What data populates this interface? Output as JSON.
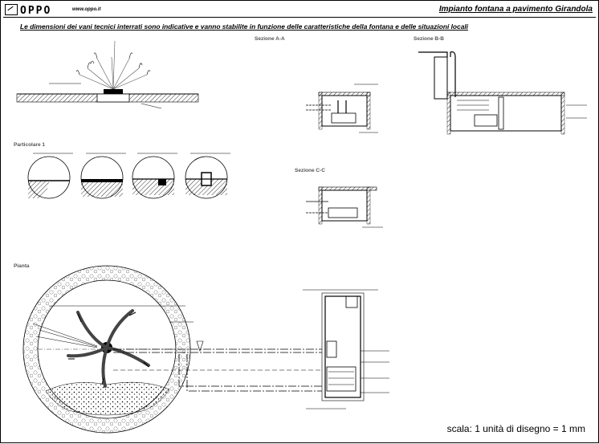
{
  "header": {
    "logo_text": "OPPO",
    "website": "www.oppo.it",
    "title": "Impianto fontana a pavimento Girandola"
  },
  "note": "Le dimensioni dei vani tecnici interrati sono indicative e vanno stabilite in funzione delle caratteristiche della fontana e delle situazioni locali",
  "views": {
    "section_aa": "Sezione A-A",
    "section_bb": "Sezione B-B",
    "section_cc": "Sezione C-C",
    "detail_1": "Particolare 1",
    "plan": "Pianta"
  },
  "scale": "scala: 1 unità di disegno = 1 mm"
}
